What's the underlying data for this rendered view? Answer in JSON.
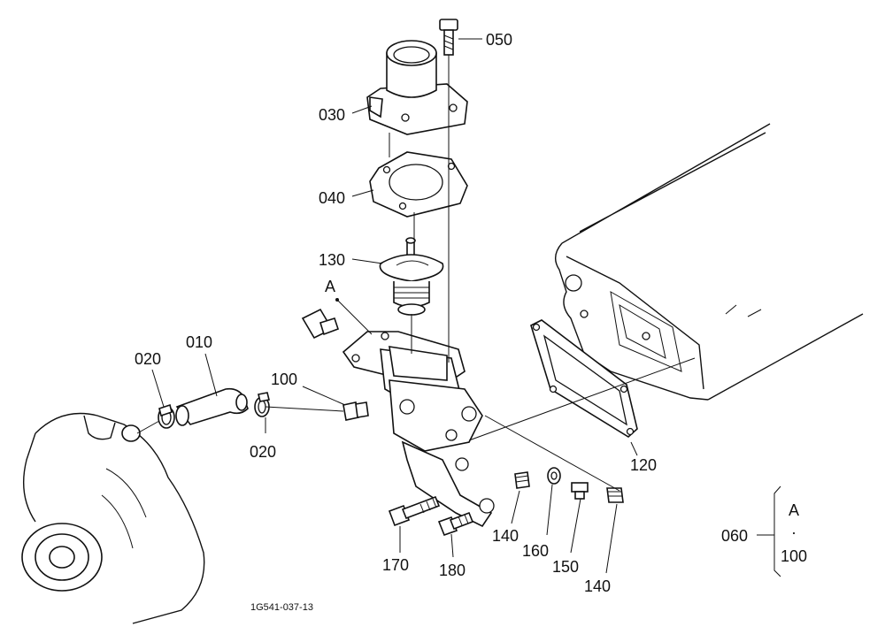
{
  "labels": {
    "p010": "010",
    "p020a": "020",
    "p020b": "020",
    "p030": "030",
    "p040": "040",
    "p050": "050",
    "p060": "060",
    "p100": "100",
    "p120": "120",
    "p130": "130",
    "p140a": "140",
    "p140b": "140",
    "p150": "150",
    "p160": "160",
    "p170": "170",
    "p180": "180",
    "callout_a": "A",
    "set_a": "A",
    "set_dot": "·",
    "set_100": "100"
  },
  "figure_code": "1G541-037-13"
}
